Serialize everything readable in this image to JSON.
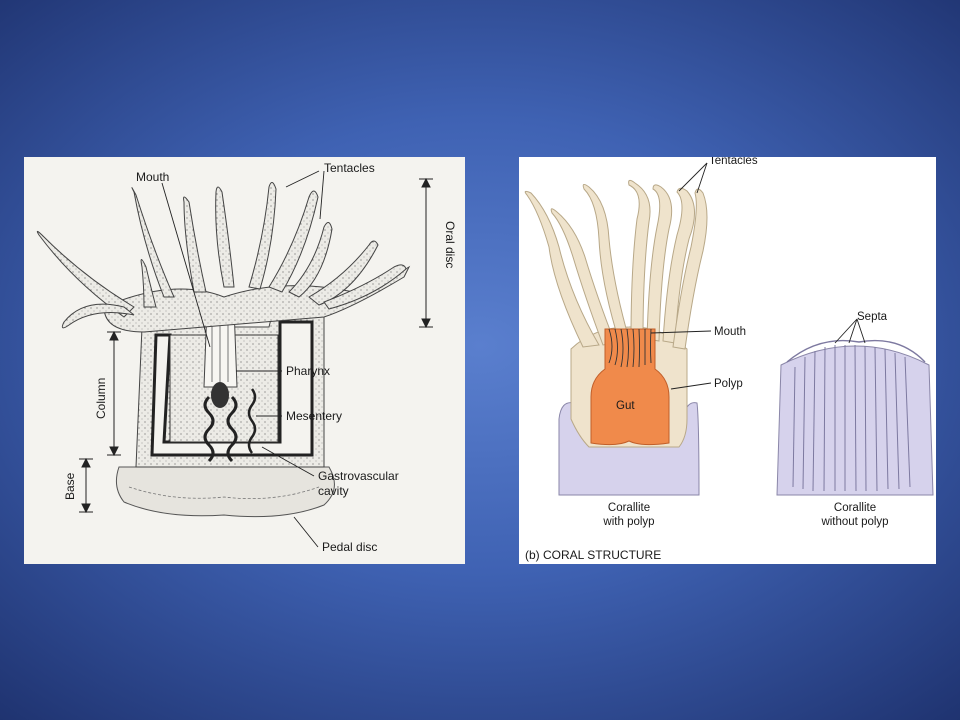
{
  "anemone_diagram": {
    "labels": {
      "mouth": "Mouth",
      "tentacles": "Tentacles",
      "oral_disc": "Oral disc",
      "column": "Column",
      "pharynx": "Pharynx",
      "mesentery": "Mesentery",
      "gastrovascular_cavity_line1": "Gastrovascular",
      "gastrovascular_cavity_line2": "cavity",
      "base": "Base",
      "pedal_disc": "Pedal disc"
    }
  },
  "coral_diagram": {
    "caption": "(b) CORAL STRUCTURE",
    "labels": {
      "tentacles": "Tentacles",
      "mouth": "Mouth",
      "polyp": "Polyp",
      "gut": "Gut",
      "septa": "Septa",
      "corallite_with_polyp_line1": "Corallite",
      "corallite_with_polyp_line2": "with polyp",
      "corallite_without_polyp_line1": "Corallite",
      "corallite_without_polyp_line2": "without polyp"
    },
    "colors": {
      "polyp_tissue": "#efe3cc",
      "gut": "#f08a4b",
      "corallite_skeleton": "#d6d2ec"
    }
  }
}
